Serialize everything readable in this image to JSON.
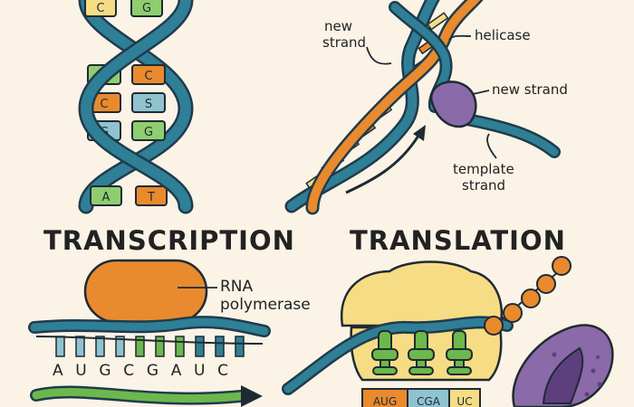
{
  "dna_pairs": [
    {
      "left": "C",
      "right": "G"
    },
    {
      "left": "A",
      "right": "C"
    },
    {
      "left": "C",
      "right": "S"
    },
    {
      "left": "G",
      "right": "G"
    },
    {
      "left": "A",
      "right": "T"
    }
  ],
  "replication": {
    "label_new_strand_left": [
      "new",
      "strand"
    ],
    "label_helicase": "helicase",
    "label_new_strand_right": "new strand",
    "label_template_strand": [
      "template",
      "strand"
    ]
  },
  "transcription": {
    "title": "TRANSCRIPTION",
    "enzyme_label": [
      "RNA",
      "polymerase"
    ],
    "sequence": "AUGCGAUC"
  },
  "translation": {
    "title": "TRANSLATION",
    "codons": [
      "AUG",
      "CGA",
      "UC"
    ]
  },
  "colors": {
    "background": "#faf3e6",
    "teal": "#2f7f96",
    "orange": "#e98a2e",
    "green": "#6cb84d",
    "yellow": "#f6dc84",
    "purple": "#8a6aa8",
    "light_teal": "#8fc3cf"
  }
}
